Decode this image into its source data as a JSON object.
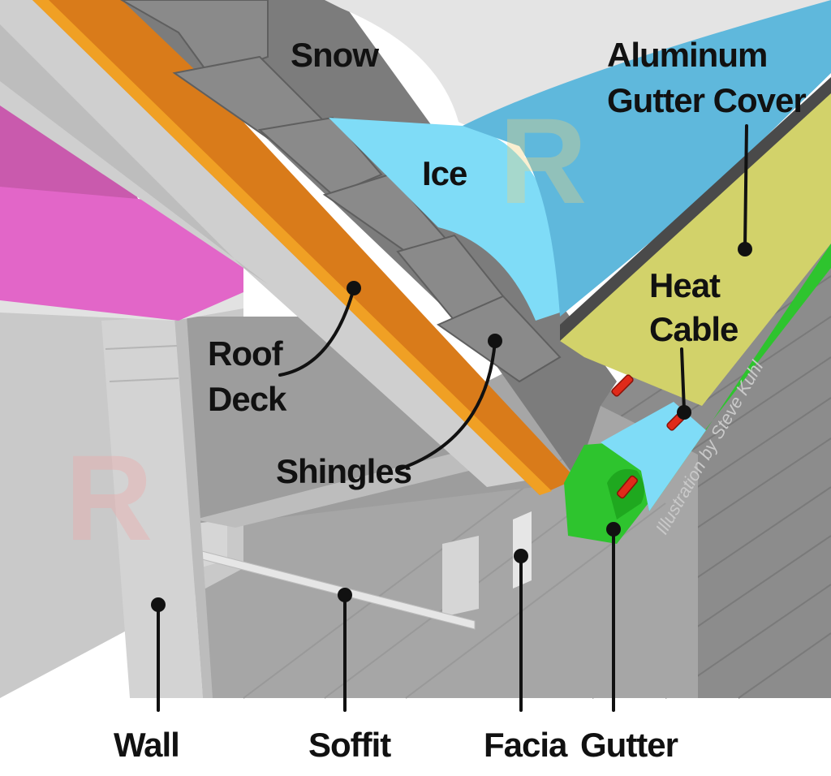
{
  "labels": {
    "snow": "Snow",
    "aluminum_line1": "Aluminum",
    "aluminum_line2": "Gutter Cover",
    "ice": "Ice",
    "heat_line1": "Heat",
    "heat_line2": "Cable",
    "roof_line1": "Roof",
    "roof_line2": "Deck",
    "shingles": "Shingles",
    "wall": "Wall",
    "soffit": "Soffit",
    "facia": "Facia",
    "gutter": "Gutter"
  },
  "credit": "Illustration by Steve Kuhl",
  "watermark": "R",
  "colors": {
    "insulation": "#e266c8",
    "roof_deck": "#d97b1a",
    "shingles": "#7a7a7a",
    "ice": "#7fdcf7",
    "snow": "#e4e4e4",
    "gutter_cover": "#d2d26a",
    "gutter": "#2ec42e",
    "heat_cable": "#e02a1a",
    "wall": "#d3d3d3"
  }
}
